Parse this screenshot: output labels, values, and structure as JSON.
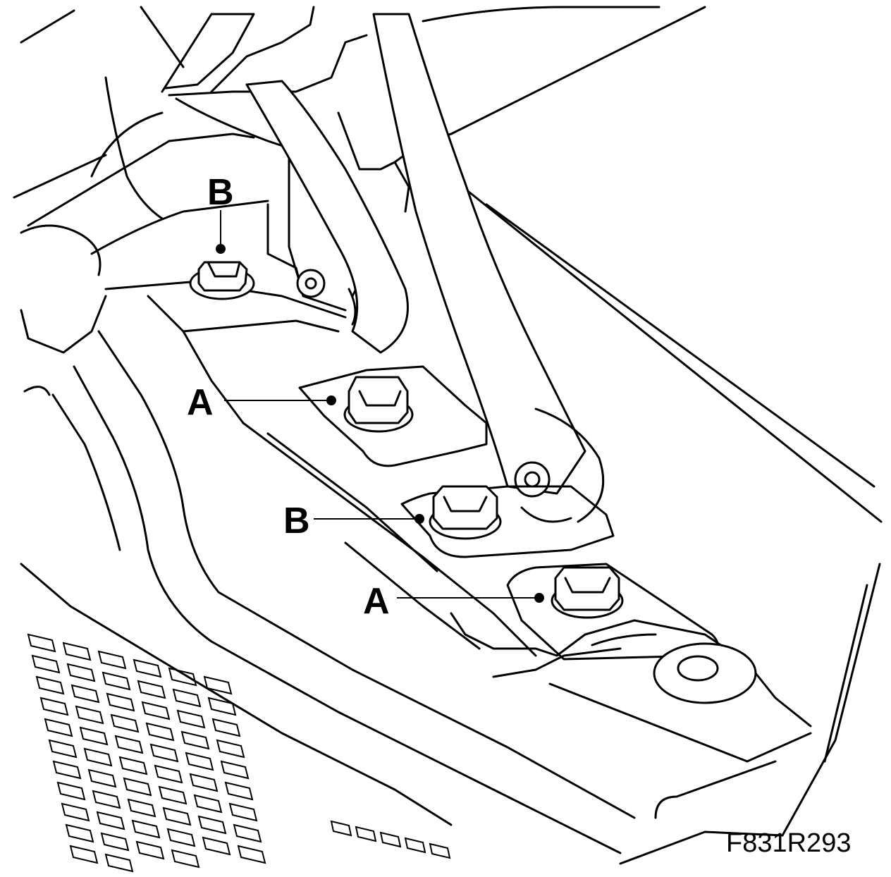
{
  "figure_id": "F831R293",
  "callouts": [
    {
      "letter": "B",
      "meaning": ""
    },
    {
      "letter": "A"
    },
    {
      "letter": "B"
    },
    {
      "letter": "A"
    }
  ]
}
